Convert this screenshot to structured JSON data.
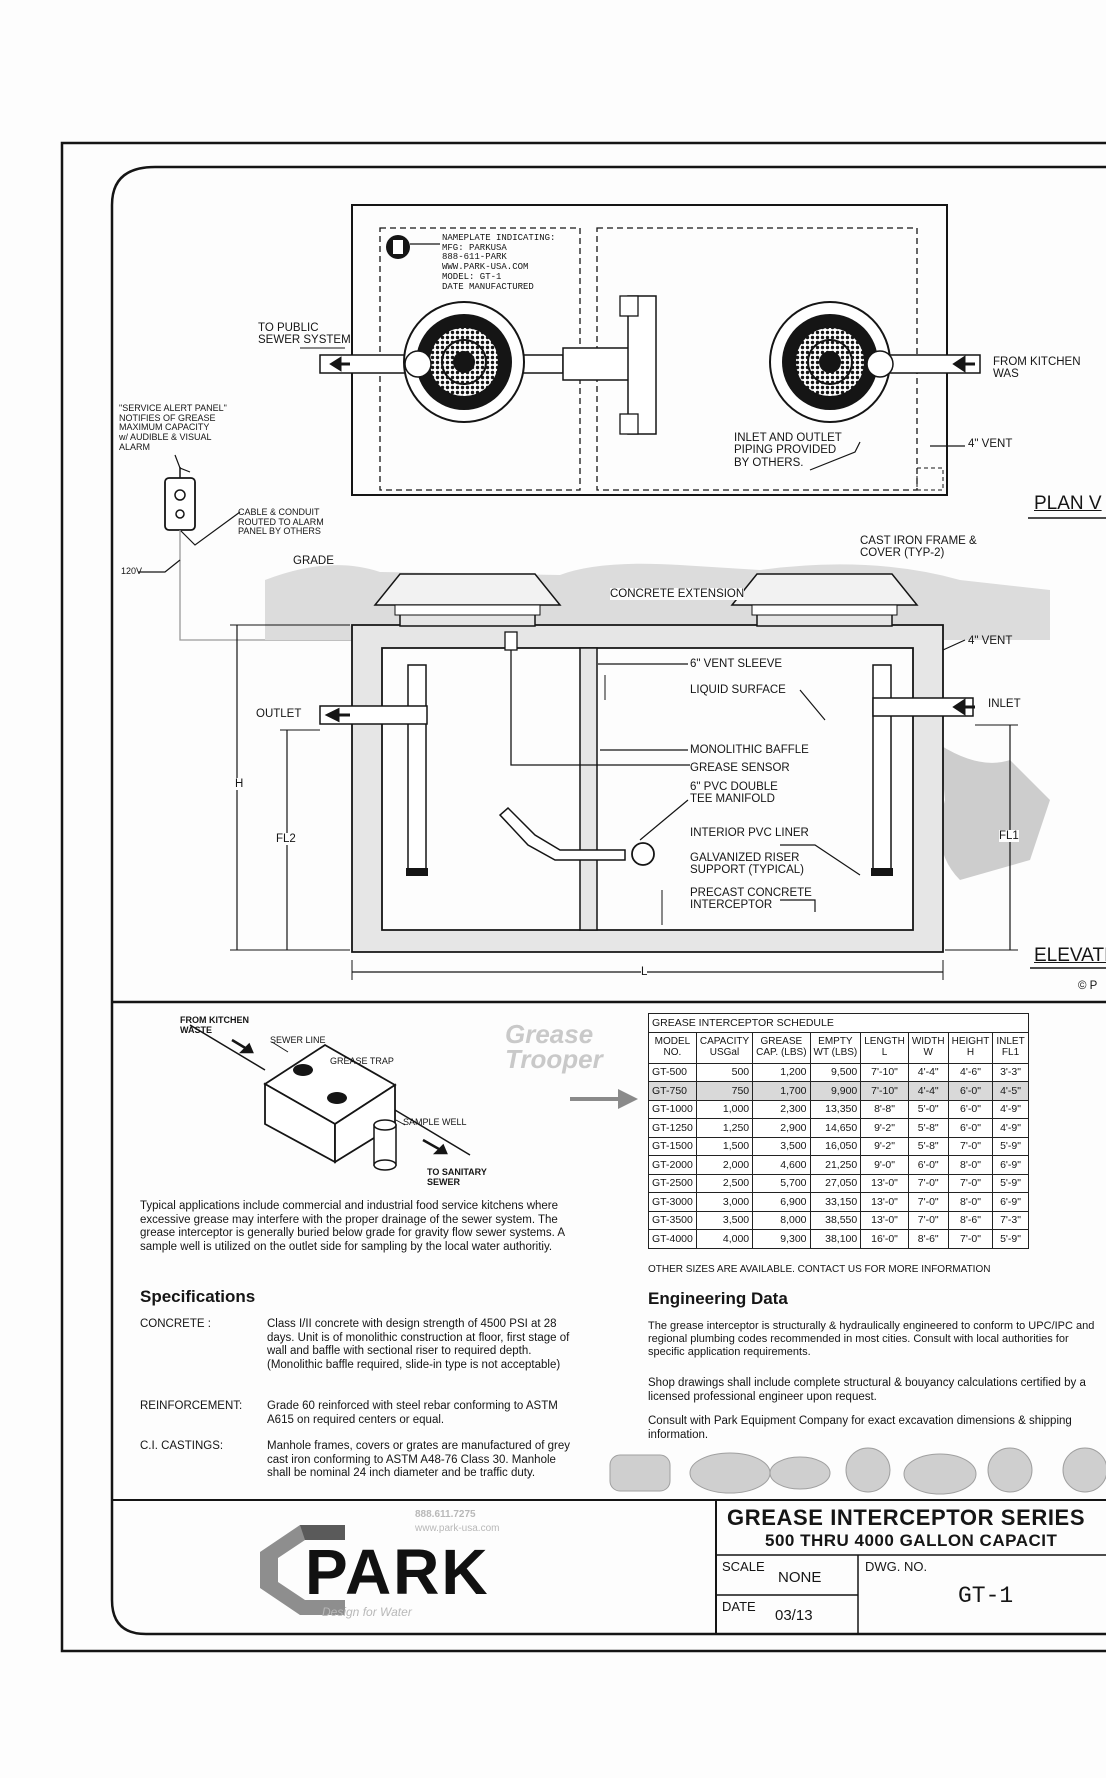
{
  "plan": {
    "nameplate": "NAMEPLATE INDICATING:\nMFG: PARKUSA\n888-611-PARK\nWWW.PARK-USA.COM\nMODEL:  GT-1\nDATE MANUFACTURED",
    "to_public_sewer": "TO PUBLIC\nSEWER SYSTEM",
    "from_kitchen": "FROM KITCHEN WAS",
    "service_alert": "\"SERVICE ALERT PANEL\"\nNOTIFIES OF GREASE\nMAXIMUM CAPACITY\nw/ AUDIBLE & VISUAL\nALARM",
    "cable_conduit": "CABLE & CONDUIT\nROUTED TO ALARM\nPANEL BY OTHERS",
    "inlet_outlet_piping": "INLET AND OUTLET\nPIPING PROVIDED\nBY OTHERS.",
    "vent": "4\" VENT",
    "view_title": "PLAN V",
    "voltage": "120V"
  },
  "elevation": {
    "grade": "GRADE",
    "cast_iron": "CAST IRON FRAME &\nCOVER (TYP-2)",
    "concrete_extension": "CONCRETE EXTENSION",
    "vent": "4\" VENT",
    "vent_sleeve": "6\" VENT SLEEVE",
    "liquid_surface": "LIQUID SURFACE",
    "outlet": "OUTLET",
    "inlet": "INLET",
    "monolithic_baffle": "MONOLITHIC BAFFLE",
    "grease_sensor": "GREASE SENSOR",
    "tee_manifold": "6\" PVC DOUBLE\nTEE MANIFOLD",
    "interior_liner": "INTERIOR PVC LINER",
    "riser_support": "GALVANIZED RISER\nSUPPORT (TYPICAL)",
    "precast": "PRECAST CONCRETE\nINTERCEPTOR",
    "dim_h": "H",
    "dim_fl2": "FL2",
    "dim_fl1": "FL1",
    "dim_l": "L",
    "view_title": "ELEVATI",
    "copyright": "© P"
  },
  "iso": {
    "from_kitchen": "FROM KITCHEN\nWASTE",
    "sewer_line": "SEWER LINE",
    "grease_trap": "GREASE TRAP",
    "sample_well": "SAMPLE WELL",
    "to_sanitary": "TO SANITARY\nSEWER",
    "watermark": "Grease\nTrooper"
  },
  "description": "Typical applications include commercial and industrial food service kitchens where excessive grease may interfere with the proper drainage of the sewer system.  The grease interceptor is generally buried below grade for gravity flow sewer systems. A sample well is utilized on the outlet side for sampling by the local water authoritiy.",
  "specifications": {
    "heading": "Specifications",
    "items": [
      {
        "label": "CONCRETE :",
        "text": "Class I/II concrete with design strength of 4500 PSI at 28 days.  Unit is of monolithic construction at floor, first stage of wall and baffle with sectional riser to required depth. (Monolithic baffle required, slide-in type is not acceptable)"
      },
      {
        "label": "REINFORCEMENT:",
        "text": "Grade 60 reinforced with steel rebar conforming to ASTM A615 on required centers or equal."
      },
      {
        "label": "C.I. CASTINGS:",
        "text": "Manhole frames, covers or grates are manufactured of grey cast iron conforming to ASTM A48-76 Class 30.  Manhole shall be nominal 24 inch diameter and be traffic duty."
      }
    ]
  },
  "schedule": {
    "title": "GREASE INTERCEPTOR SCHEDULE",
    "columns": [
      {
        "top": "MODEL",
        "bottom": "NO."
      },
      {
        "top": "CAPACITY",
        "bottom": "USGal"
      },
      {
        "top": "GREASE",
        "bottom": "CAP. (LBS)"
      },
      {
        "top": "EMPTY",
        "bottom": "WT (LBS)"
      },
      {
        "top": "LENGTH",
        "bottom": "L"
      },
      {
        "top": "WIDTH",
        "bottom": "W"
      },
      {
        "top": "HEIGHT",
        "bottom": "H"
      },
      {
        "top": "INLET",
        "bottom": "FL1"
      }
    ],
    "rows": [
      [
        "GT-500",
        "500",
        "1,200",
        "9,500",
        "7'-10\"",
        "4'-4\"",
        "4'-6\"",
        "3'-3\""
      ],
      [
        "GT-750",
        "750",
        "1,700",
        "9,900",
        "7'-10\"",
        "4'-4\"",
        "6'-0\"",
        "4'-5\""
      ],
      [
        "GT-1000",
        "1,000",
        "2,300",
        "13,350",
        "8'-8\"",
        "5'-0\"",
        "6'-0\"",
        "4'-9\""
      ],
      [
        "GT-1250",
        "1,250",
        "2,900",
        "14,650",
        "9'-2\"",
        "5'-8\"",
        "6'-0\"",
        "4'-9\""
      ],
      [
        "GT-1500",
        "1,500",
        "3,500",
        "16,050",
        "9'-2\"",
        "5'-8\"",
        "7'-0\"",
        "5'-9\""
      ],
      [
        "GT-2000",
        "2,000",
        "4,600",
        "21,250",
        "9'-0\"",
        "6'-0\"",
        "8'-0\"",
        "6'-9\""
      ],
      [
        "GT-2500",
        "2,500",
        "5,700",
        "27,050",
        "13'-0\"",
        "7'-0\"",
        "7'-0\"",
        "5'-9\""
      ],
      [
        "GT-3000",
        "3,000",
        "6,900",
        "33,150",
        "13'-0\"",
        "7'-0\"",
        "8'-0\"",
        "6'-9\""
      ],
      [
        "GT-3500",
        "3,500",
        "8,000",
        "38,550",
        "13'-0\"",
        "7'-0\"",
        "8'-6\"",
        "7'-3\""
      ],
      [
        "GT-4000",
        "4,000",
        "9,300",
        "38,100",
        "16'-0\"",
        "8'-6\"",
        "7'-0\"",
        "5'-9\""
      ]
    ],
    "highlight_model": "GT-750",
    "note": "OTHER SIZES ARE AVAILABLE. CONTACT US FOR MORE INFORMATION"
  },
  "engineering": {
    "heading": "Engineering Data",
    "paragraphs": [
      "The grease interceptor is structurally & hydraulically engineered to conform to UPC/IPC and regional plumbing codes recommended in most cities. Consult with local authorities for specific application requirements.",
      "Shop drawings shall include complete structural & bouyancy calculations certified by a licensed professional engineer upon request.",
      "Consult with Park Equipment Company for exact excavation dimensions & shipping information."
    ]
  },
  "titleblock": {
    "title": "GREASE INTERCEPTOR SERIES",
    "subtitle": "500 THRU 4000 GALLON CAPACIT",
    "scale_label": "SCALE",
    "scale_value": "NONE",
    "date_label": "DATE",
    "date_value": "03/13",
    "dwg_label": "DWG. NO.",
    "dwg_value": "GT-1"
  },
  "logo": {
    "name": "PARK",
    "phone": "888.611.7275",
    "web": "www.park-usa.com",
    "tagline": "Design for Water"
  },
  "colors": {
    "line": "#151515",
    "concrete": "#e6e6e6",
    "ground": "#cfcfcf",
    "highlight": "#d9d9d9"
  }
}
